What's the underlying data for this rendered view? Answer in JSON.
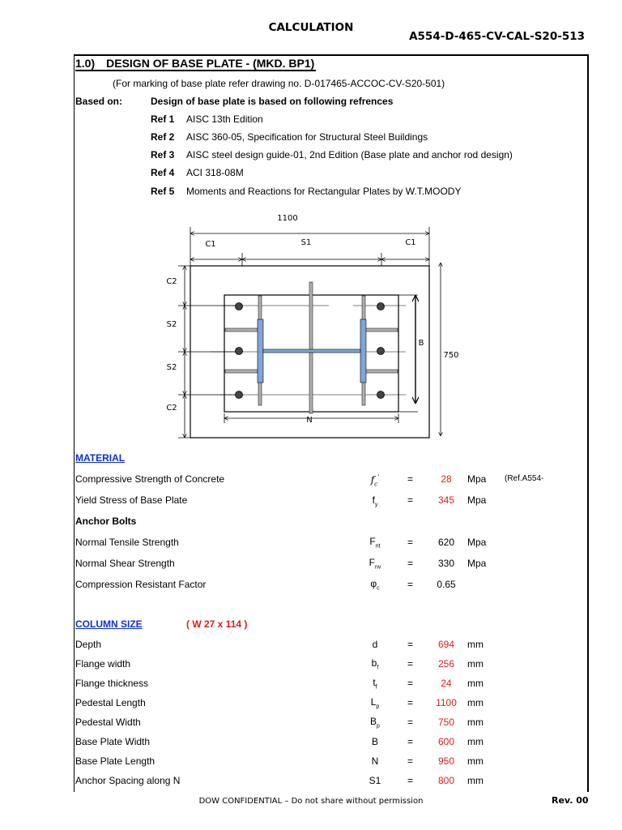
{
  "header": {
    "title": "CALCULATION",
    "doc_number": "A554-D-465-CV-CAL-S20-513"
  },
  "section": {
    "number": "1.0)",
    "title": "DESIGN OF BASE PLATE - (MKD. BP1)",
    "marking_note": "(For marking of base plate refer drawing no. D-017465-ACCOC-CV-S20-501)",
    "based_on_label": "Based on:",
    "based_on_text": "Design of base plate is based on following refrences",
    "refs": [
      {
        "label": "Ref 1",
        "text": "AISC 13th Edition"
      },
      {
        "label": "Ref 2",
        "text": "AISC 360-05, Specification for Structural Steel Buildings"
      },
      {
        "label": "Ref 3",
        "text": "AISC steel design guide-01, 2nd Edition (Base plate and anchor rod design)"
      },
      {
        "label": "Ref 4",
        "text": "ACI 318-08M"
      },
      {
        "label": "Ref 5",
        "text": "Moments and Reactions for Rectangular Plates by W.T.MOODY"
      }
    ]
  },
  "drawing": {
    "labels": {
      "top_dim": "1100",
      "c1_left": "C1",
      "s1": "S1",
      "c1_right": "C1",
      "c2_top": "C2",
      "s2_upper": "S2",
      "s2_lower": "S2",
      "c2_bottom": "C2",
      "b": "B",
      "right_dim": "750",
      "n": "N"
    }
  },
  "material": {
    "heading": "MATERIAL",
    "rows": [
      {
        "label": "Compressive Strength of Concrete",
        "sym_main": "f",
        "sym_sub": "c",
        "sym_sup": "'",
        "eq": "=",
        "value": "28",
        "unit": "Mpa",
        "note": "(Ref.A554-",
        "red": true
      },
      {
        "label": "Yield Stress of Base Plate",
        "sym_main": "f",
        "sym_sub": "y",
        "sym_sup": "",
        "eq": "=",
        "value": "345",
        "unit": "Mpa",
        "note": "",
        "red": true
      }
    ],
    "anchor_heading": "Anchor Bolts",
    "anchor_rows": [
      {
        "label": "Normal Tensile Strength",
        "sym_main": "F",
        "sym_sub": "nt",
        "eq": "=",
        "value": "620",
        "unit": "Mpa",
        "red": false
      },
      {
        "label": "Normal Shear Strength",
        "sym_main": "F",
        "sym_sub": "nv",
        "eq": "=",
        "value": "330",
        "unit": "Mpa",
        "red": false
      },
      {
        "label": "Compression Resistant Factor",
        "sym_main": "φ",
        "sym_sub": "c",
        "eq": "=",
        "value": "0.65",
        "unit": "",
        "red": false
      }
    ]
  },
  "column": {
    "heading": "COLUMN SIZE",
    "designation": "( W 27 x 114 )",
    "rows": [
      {
        "label": "Depth",
        "sym_main": "d",
        "sym_sub": "",
        "eq": "=",
        "value": "694",
        "unit": "mm"
      },
      {
        "label": "Flange width",
        "sym_main": "b",
        "sym_sub": "f",
        "eq": "=",
        "value": "256",
        "unit": "mm"
      },
      {
        "label": "Flange thickness",
        "sym_main": "t",
        "sym_sub": "f",
        "eq": "=",
        "value": "24",
        "unit": "mm"
      },
      {
        "label": "Pedestal Length",
        "sym_main": "L",
        "sym_sub": "p",
        "eq": "=",
        "value": "1100",
        "unit": "mm"
      },
      {
        "label": "Pedestal Width",
        "sym_main": "B",
        "sym_sub": "p",
        "eq": "=",
        "value": "750",
        "unit": "mm"
      },
      {
        "label": "Base Plate Width",
        "sym_main": "B",
        "sym_sub": "",
        "eq": "=",
        "value": "600",
        "unit": "mm"
      },
      {
        "label": "Base Plate Length",
        "sym_main": "N",
        "sym_sub": "",
        "eq": "=",
        "value": "950",
        "unit": "mm"
      },
      {
        "label": "Anchor Spacing along N",
        "sym_main": "S1",
        "sym_sub": "",
        "eq": "=",
        "value": "800",
        "unit": "mm"
      }
    ]
  },
  "footer": {
    "confidential": "DOW CONFIDENTIAL – Do not share without permission",
    "revision": "Rev.  00"
  },
  "colors": {
    "red_value": "#e01b1b",
    "link_blue": "#0f2fd6",
    "flange_fill": "#7fa6d9",
    "stiffener_fill": "#b0b0b0"
  }
}
